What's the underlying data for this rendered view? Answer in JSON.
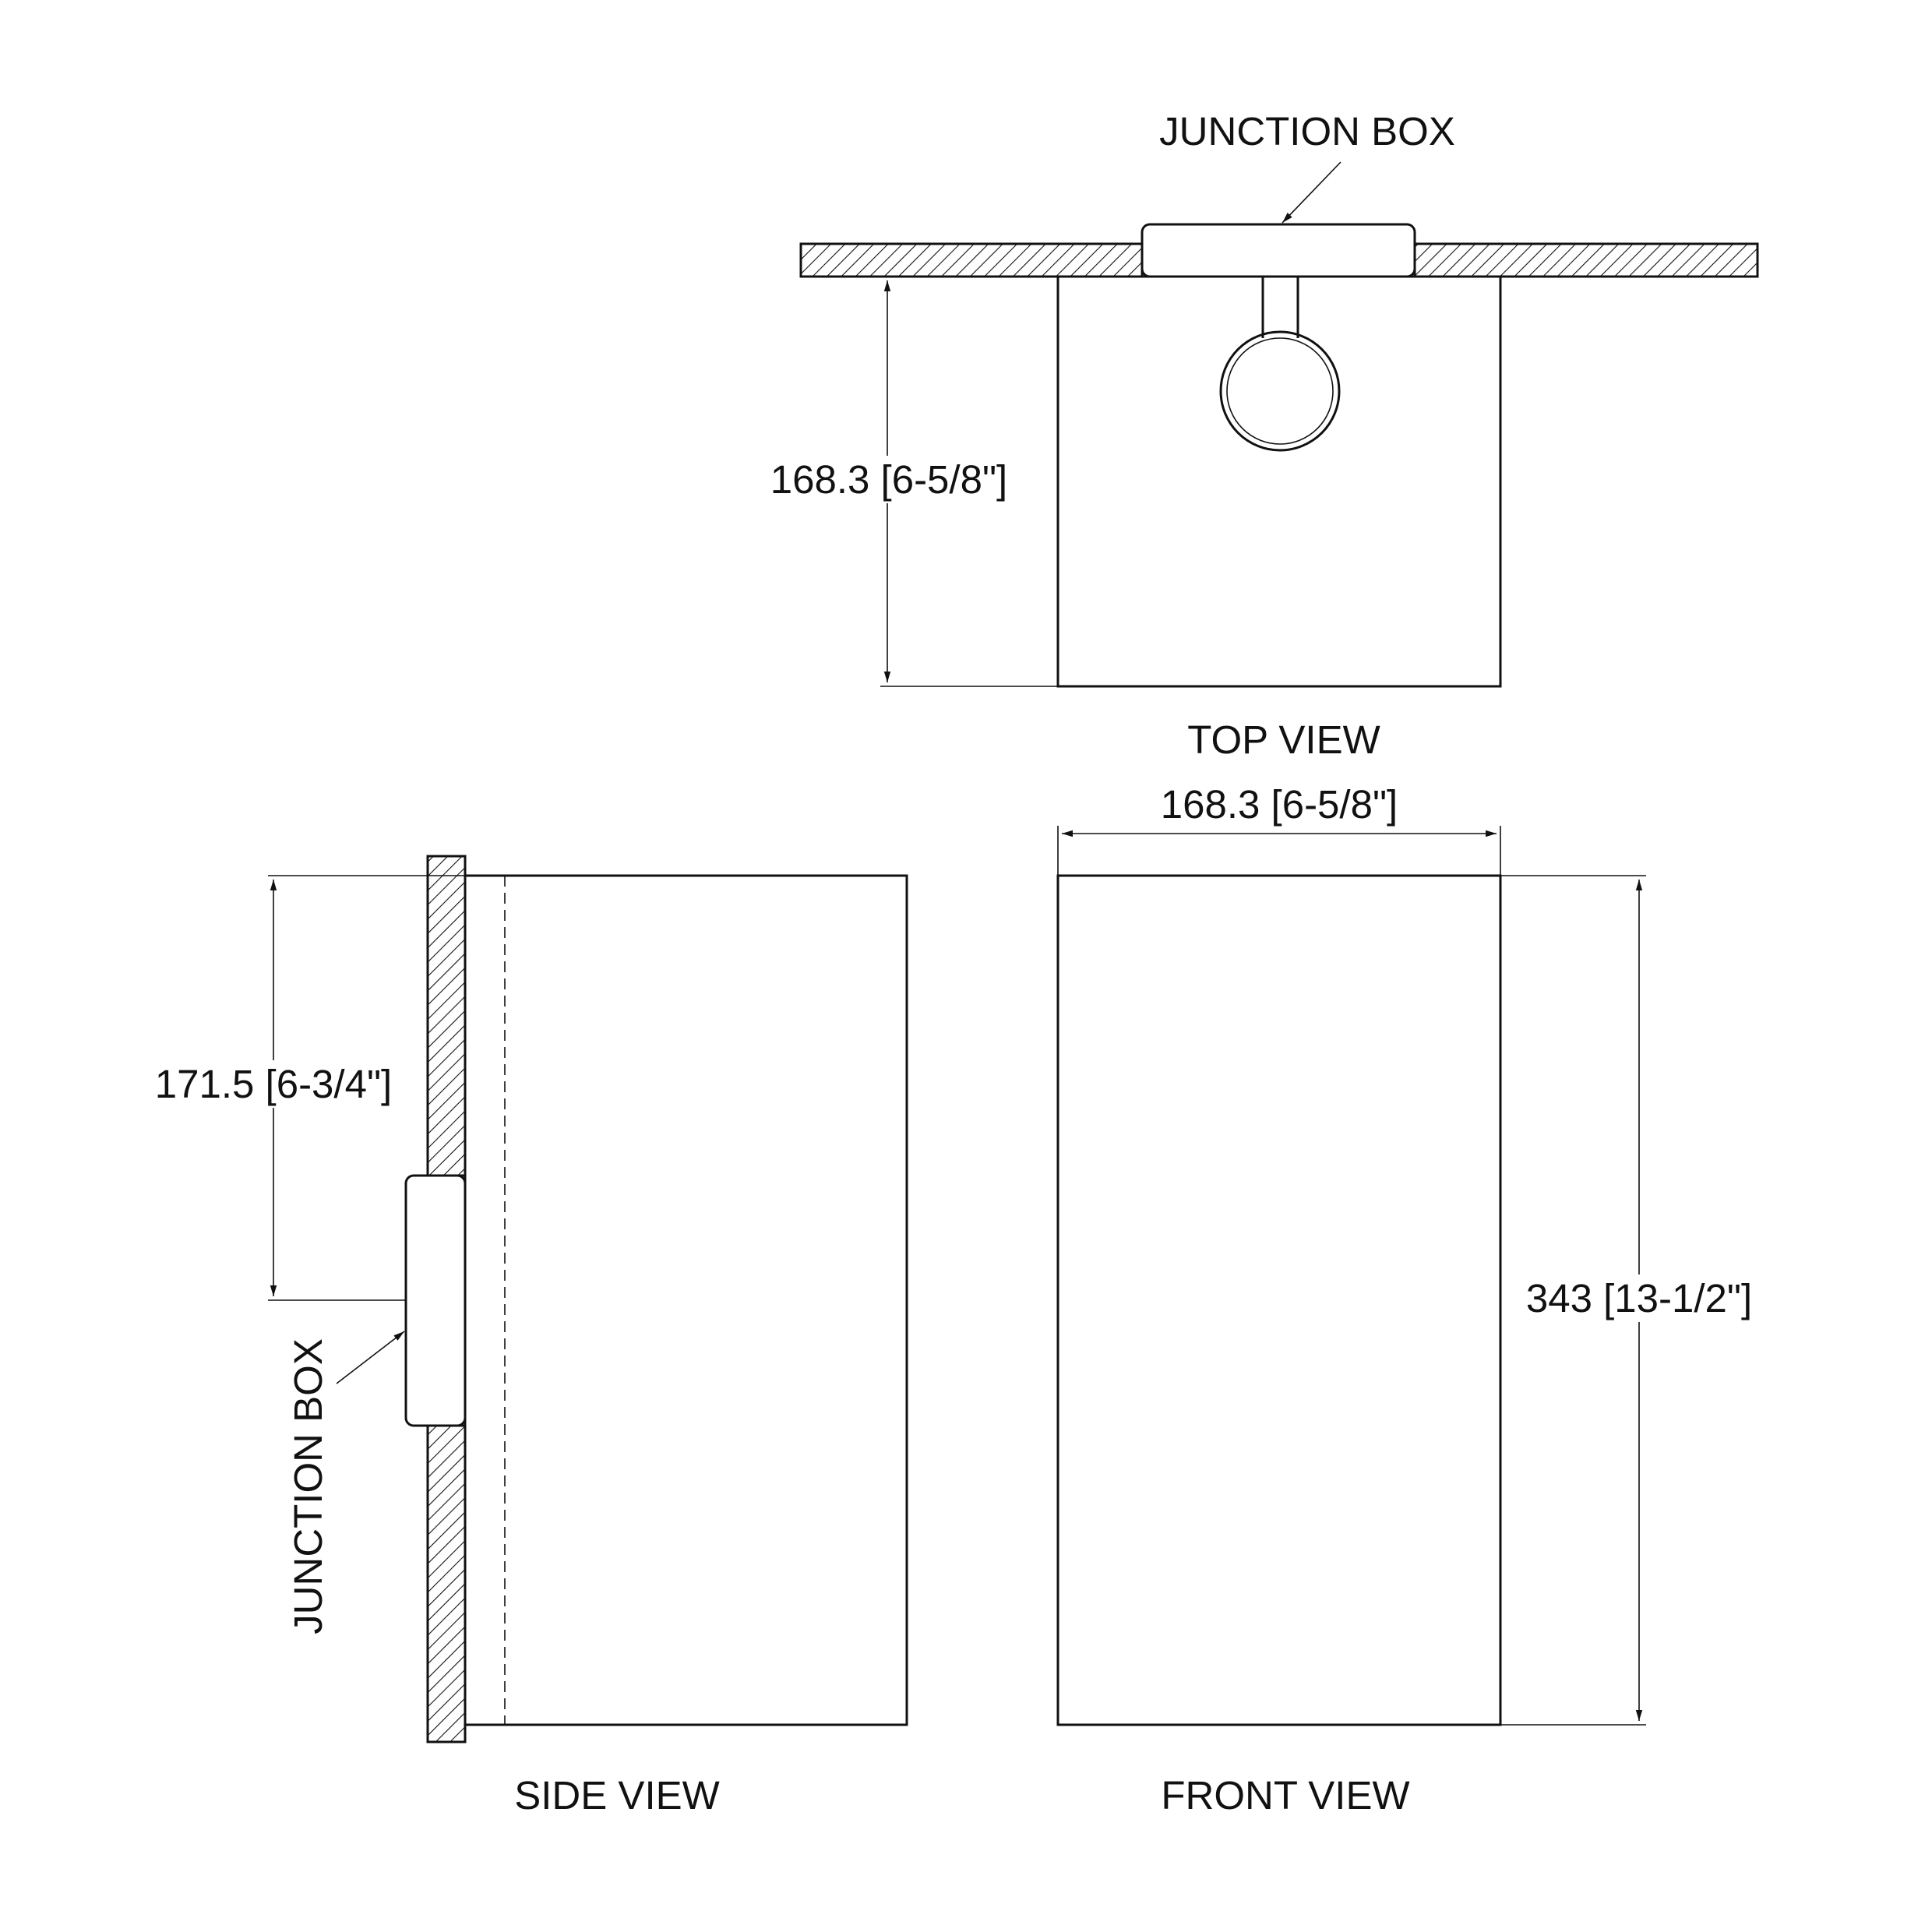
{
  "labels": {
    "top_junction_box": "JUNCTION BOX",
    "side_junction_box": "JUNCTION BOX",
    "top_view": "TOP VIEW",
    "side_view": "SIDE VIEW",
    "front_view": "FRONT VIEW"
  },
  "dimensions": {
    "top_depth": "168.3 [6-5/8\"]",
    "front_width": "168.3 [6-5/8\"]",
    "front_height": "343 [13-1/2\"]",
    "side_mount_height": "171.5 [6-3/4\"]"
  }
}
